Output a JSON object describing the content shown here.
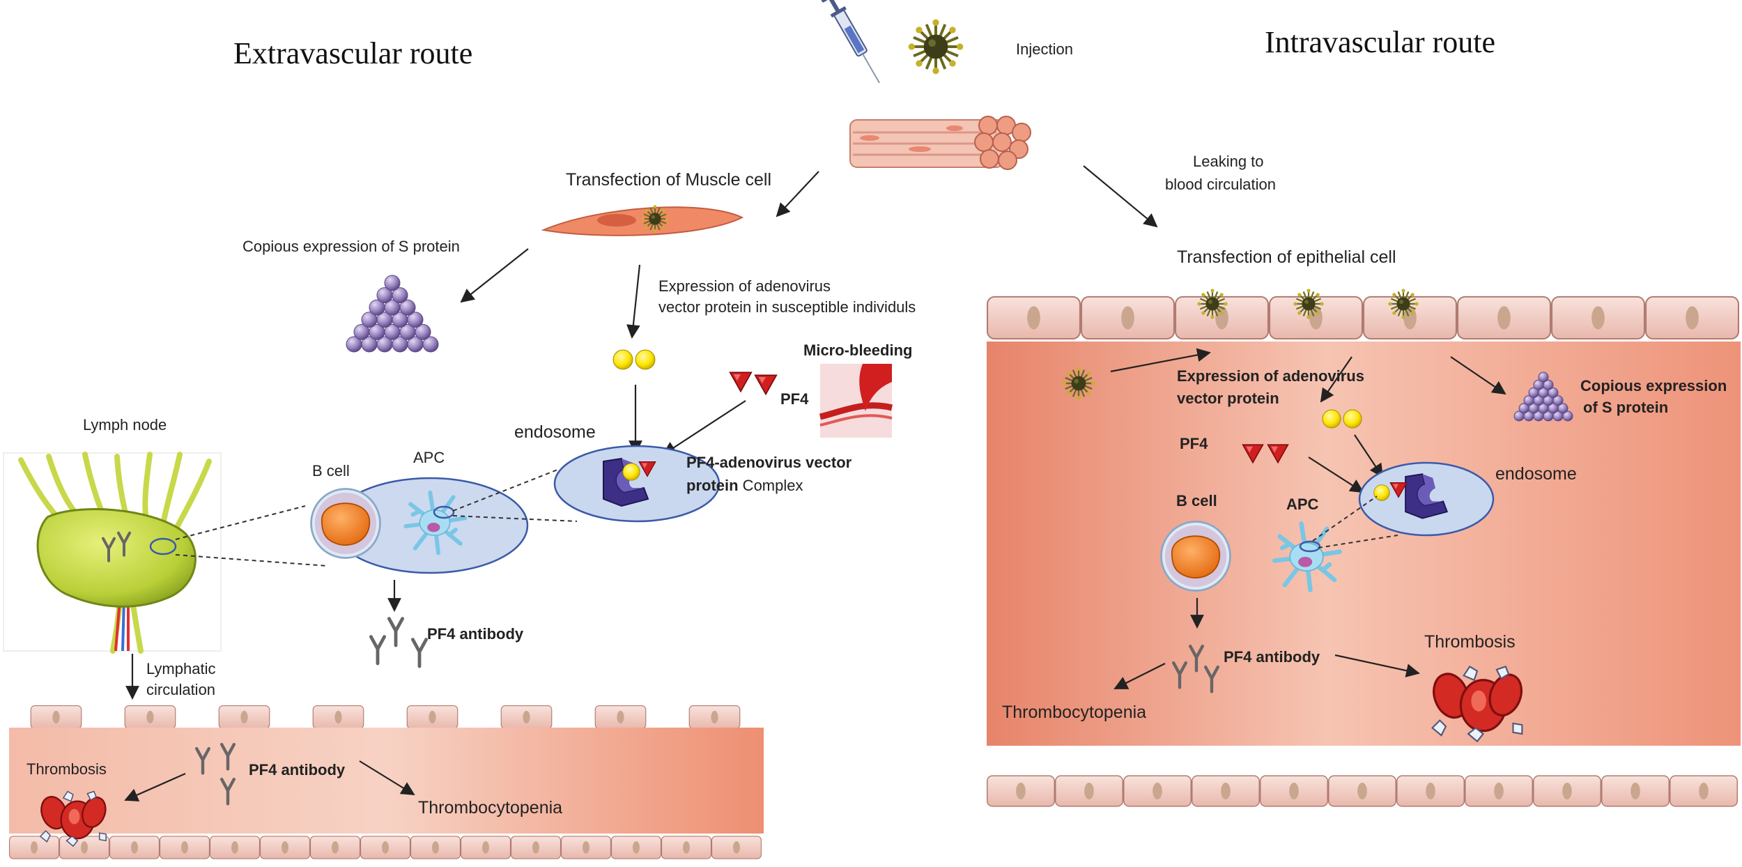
{
  "titles": {
    "extravascular": "Extravascular route",
    "intravascular": "Intravascular route"
  },
  "top": {
    "injection": "Injection",
    "muscle_transfection": "Transfection of Muscle cell",
    "leak_line1": "Leaking to",
    "leak_line2": "blood circulation"
  },
  "left": {
    "copious_s": "Copious expression of S protein",
    "adeno_expr_line1": "Expression of adenovirus",
    "adeno_expr_line2": "vector protein in susceptible individuls",
    "micro_bleeding": "Micro-bleeding",
    "pf4": "PF4",
    "endosome": "endosome",
    "complex_line1": "PF4-adenovirus vector",
    "complex_line2a": "protein",
    "complex_line2b": " Complex",
    "lymph_node": "Lymph node",
    "b_cell": "B cell",
    "apc": "APC",
    "pf4_antibody": "PF4 antibody",
    "lymphatic_line1": "Lymphatic",
    "lymphatic_line2": "circulation",
    "thrombosis": "Thrombosis",
    "vessel_pf4_antibody": "PF4 antibody",
    "thrombocytopenia": "Thrombocytopenia"
  },
  "right": {
    "epithelial_transfection": "Transfection of epithelial cell",
    "adeno_expr_line1": "Expression of adenovirus",
    "adeno_expr_line2": "vector protein",
    "copious_line1": "Copious expression",
    "copious_line2": "of S protein",
    "pf4": "PF4",
    "endosome": "endosome",
    "b_cell": "B cell",
    "apc": "APC",
    "pf4_antibody": "PF4 antibody",
    "thrombosis": "Thrombosis",
    "thrombocytopenia": "Thrombocytopenia"
  },
  "colors": {
    "blood": "#ee9c82",
    "vessel_cell": "#f3d3cb",
    "cell_nucleus": "#c9a68d",
    "muscle": "#f08a66",
    "virus": "#3f3f1c",
    "virus_spike": "#b9a528",
    "s_protein": "#9b86c2",
    "adenovirus_protein": "#ffe600",
    "pf4": "#cf1f1f",
    "cell_oval": "#ccd9ef",
    "b_cell_nucleus": "#f07d20",
    "apc": "#8fd2ee",
    "lymph_node": "#c5d94a",
    "platelet": "#d8302a"
  }
}
